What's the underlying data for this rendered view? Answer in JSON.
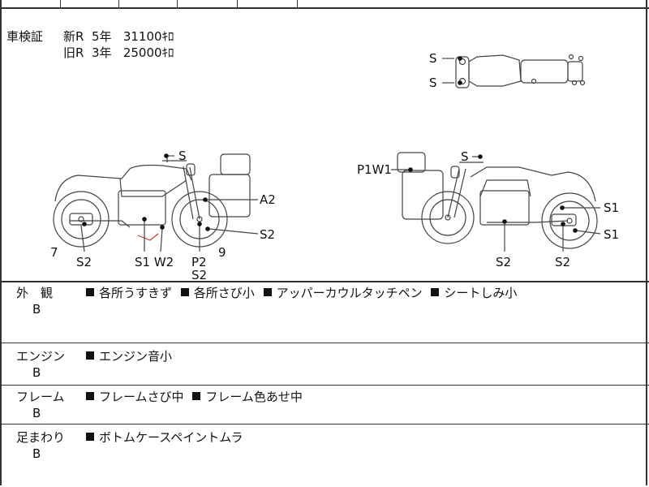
{
  "registration": {
    "label": "車検証",
    "new": {
      "type": "新R",
      "years": "5年",
      "amount": "31100ｷﾛ"
    },
    "old": {
      "type": "旧R",
      "years": "3年",
      "amount": "25000ｷﾛ"
    }
  },
  "diagram_labels": {
    "top_s1": "S",
    "top_s2": "S",
    "left_s": "S",
    "left_a2": "A2",
    "left_s2_right": "S2",
    "left_7": "7",
    "left_9": "9",
    "left_s2_rear": "S2",
    "left_s1w2": "S1 W2",
    "left_p2": "P2",
    "left_s2_front": "S2",
    "right_p1w1": "P1W1",
    "right_s": "S",
    "right_s1a": "S1",
    "right_s1b": "S1",
    "right_s2a": "S2",
    "right_s2b": "S2"
  },
  "sections": [
    {
      "category": "外　観",
      "grade": "B",
      "notes": [
        "各所うすきず",
        "各所さび小",
        "アッパーカウルタッチペン",
        "シートしみ小"
      ]
    },
    {
      "category": "エンジン",
      "grade": "B",
      "notes": [
        "エンジン音小"
      ]
    },
    {
      "category": "フレーム",
      "grade": "B",
      "notes": [
        "フレームさび中",
        "フレーム色あせ中"
      ]
    },
    {
      "category": "足まわり",
      "grade": "B",
      "notes": [
        "ボトムケースペイントムラ"
      ]
    }
  ]
}
